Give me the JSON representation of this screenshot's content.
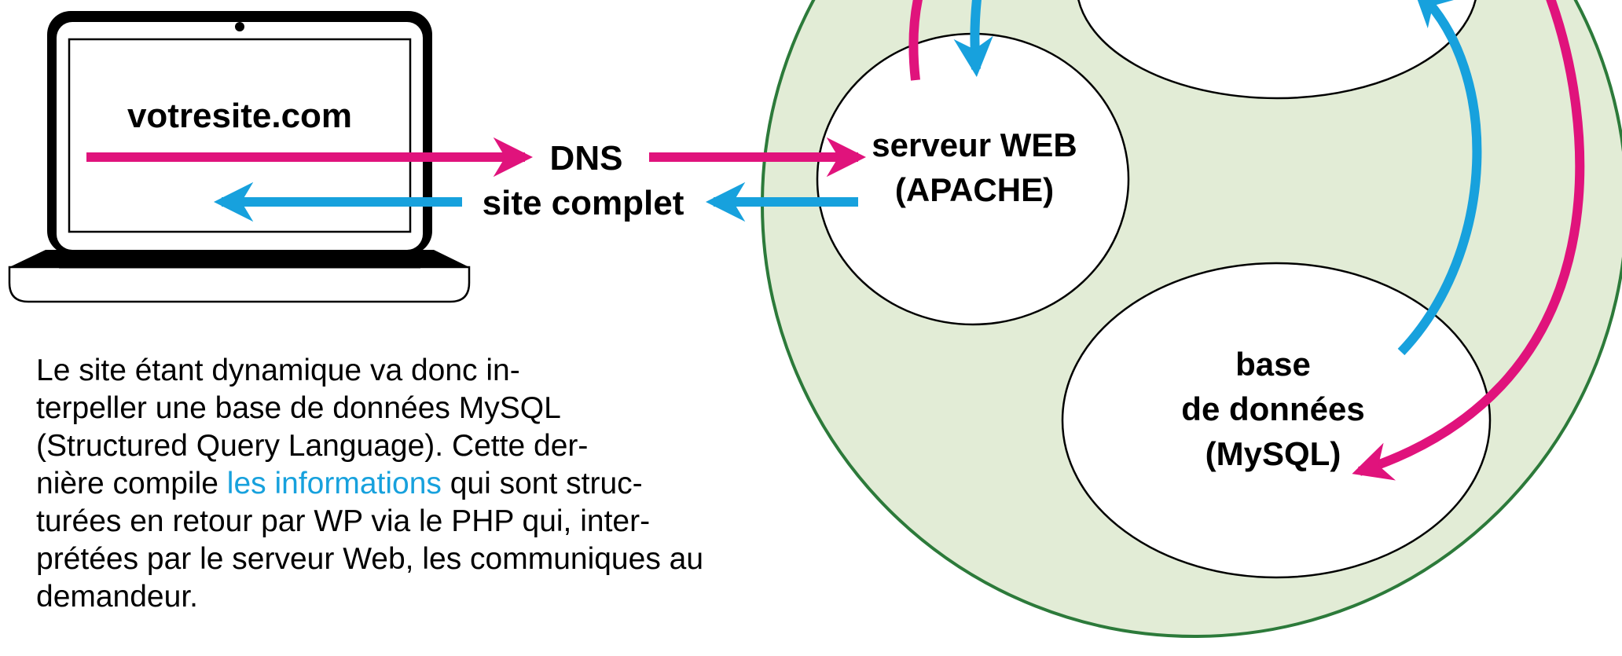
{
  "colors": {
    "request": "#e0137c",
    "response": "#17a1dd",
    "server_fill": "#e2ecd6",
    "server_stroke": "#2c7a3a"
  },
  "icons": [
    "laptop-icon"
  ],
  "laptop": {
    "url": "votresite.com"
  },
  "labels": {
    "dns": "DNS",
    "site_complet": "site complet",
    "web_server": [
      "serveur WEB",
      "(APACHE)"
    ],
    "database": [
      "base",
      "de données",
      "(MySQL)"
    ]
  },
  "paragraph": {
    "line1": "Le site étant dynamique va donc in-",
    "line2": "terpeller une base de données MySQL",
    "line3": "(Structured Query Language). Cette der-",
    "line4_pre": "nière compile ",
    "line4_link": "les informations",
    "line4_post": " qui sont struc-",
    "line5": "turées en retour par WP via le PHP qui, inter-",
    "line6": "prétées par le serveur Web, les communiques au",
    "line7": "demandeur."
  }
}
